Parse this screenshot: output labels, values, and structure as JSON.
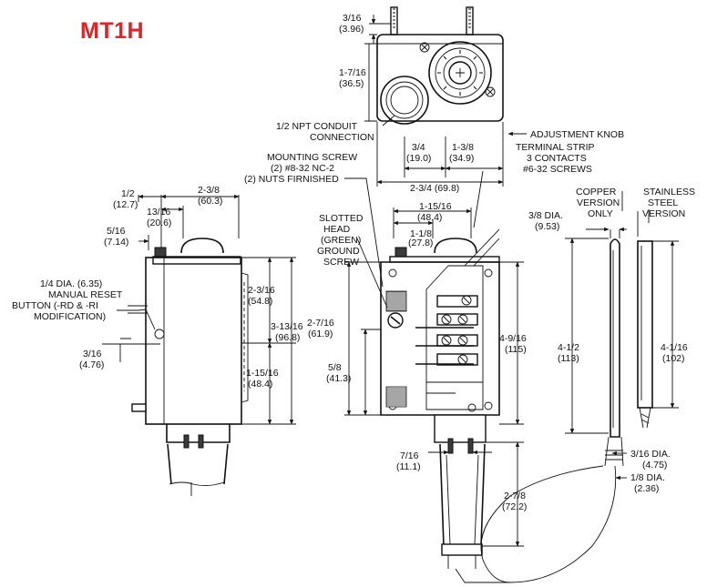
{
  "title": "MT1H",
  "colors": {
    "title": "#d9262b",
    "ink": "#111111"
  },
  "labels": {
    "top_dim_a_frac": "3/16",
    "top_dim_a_mm": "(3.96)",
    "top_height_frac": "1-7/16",
    "top_height_mm": "(36.5)",
    "conduit_1": "1/2 NPT CONDUIT",
    "conduit_2": "CONNECTION",
    "adjustment_knob": "ADJUSTMENT KNOB",
    "top_w1_frac": "3/4",
    "top_w1_mm": "(19.0)",
    "top_w2_frac": "1-3/8",
    "top_w2_mm": "(34.9)",
    "terminal_1": "TERMINAL STRIP",
    "terminal_2": "3 CONTACTS",
    "terminal_3": "#6-32 SCREWS",
    "top_total_frac": "2-3/4 (69.8)",
    "mounting_1": "MOUNTING SCREW",
    "mounting_2": "(2) #8-32 NC-2",
    "mounting_3": "(2) NUTS FIRNISHED",
    "side_a_frac": "1/2",
    "side_a_mm": "(12.7)",
    "side_b_frac": "2-3/8",
    "side_b_mm": "(60.3)",
    "side_c_frac": "13/16",
    "side_c_mm": "(20.6)",
    "side_d_frac": "5/16",
    "side_d_mm": "(7.14)",
    "reset_1": "1/4 DIA. (6.35)",
    "reset_2": "MANUAL RESET",
    "reset_3": "BUTTON  (-RD & -RI",
    "reset_4": "MODIFICATION)",
    "side_e_frac": "3/16",
    "side_e_mm": "(4.76)",
    "side_f_frac": "2-3/16",
    "side_f_mm": "(54.8)",
    "side_g_frac": "3-13/16",
    "side_g_mm": "(96.8)",
    "side_h_frac": "1-15/16",
    "side_h_mm": "(48.4)",
    "ground_1": "SLOTTED",
    "ground_2": "HEAD",
    "ground_3": "(GREEN)",
    "ground_4": "GROUND",
    "ground_5": "SCREW",
    "front_w1_frac": "1-15/16",
    "front_w1_mm": "(48.4)",
    "front_w2_frac": "1-1/8",
    "front_w2_mm": "(27.8)",
    "front_h1_frac": "2-7/16",
    "front_h1_mm": "(61.9)",
    "front_h2_frac": "5/8",
    "front_h2_mm": "(41.3)",
    "front_h3_frac": "4-9/16",
    "front_h3_mm": "(115)",
    "front_s1_frac": "7/16",
    "front_s1_mm": "(11.1)",
    "front_s2_frac": "2-7/8",
    "front_s2_mm": "(72.2)",
    "copper_1": "COPPER",
    "copper_2": "VERSION",
    "copper_3": "ONLY",
    "stainless_1": "STAINLESS",
    "stainless_2": "STEEL",
    "stainless_3": "VERSION",
    "bulb_dia_frac": "3/8 DIA.",
    "bulb_dia_mm": "(9.53)",
    "bulb_cu_frac": "4-1/2",
    "bulb_cu_mm": "(113)",
    "bulb_ss_frac": "4-1/16",
    "bulb_ss_mm": "(102)",
    "cap_a_frac": "3/16 DIA.",
    "cap_a_mm": "(4.75)",
    "cap_b_frac": "1/8 DIA.",
    "cap_b_mm": "(2.36)"
  }
}
